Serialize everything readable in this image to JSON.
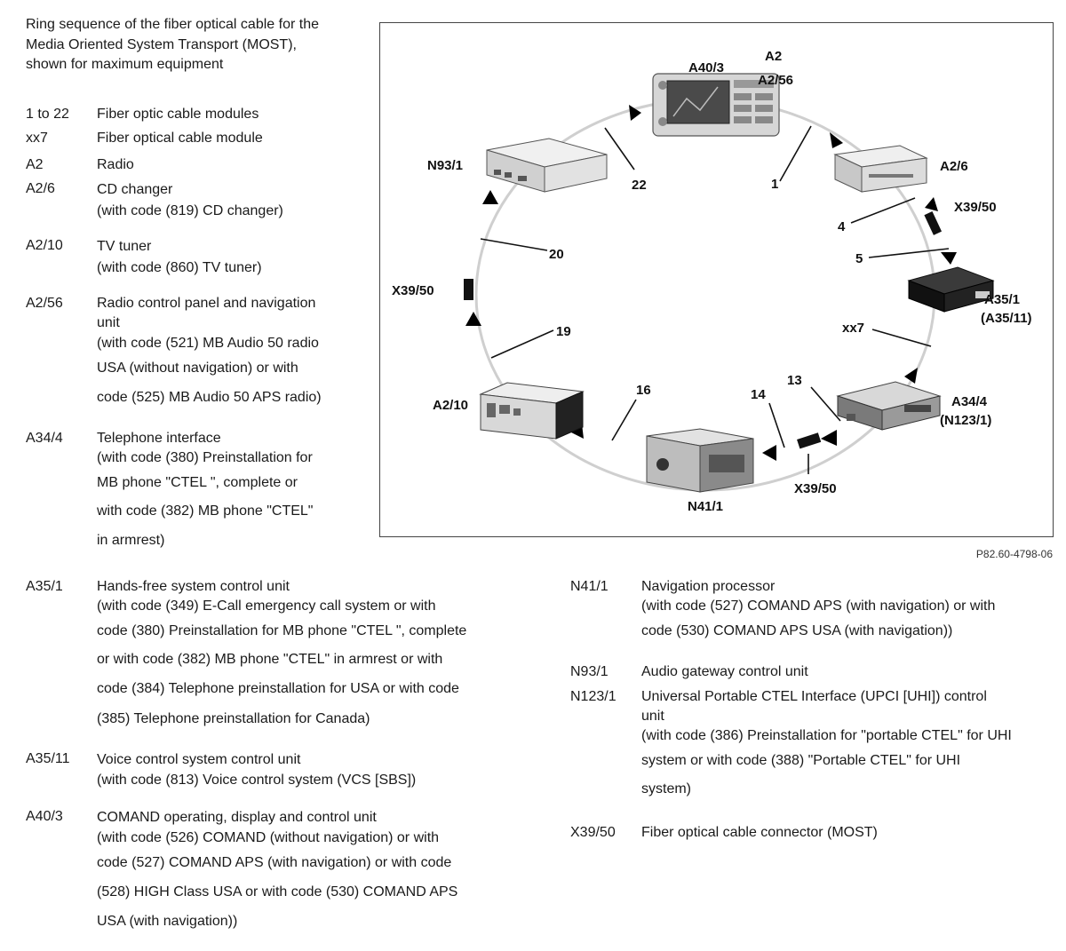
{
  "intro": "Ring sequence of the fiber optical cable for the Media Oriented System Transport (MOST), shown for maximum equipment",
  "legend_top": [
    {
      "term": "1 to 22",
      "lines": [
        "Fiber optic cable modules"
      ]
    },
    {
      "term": "xx7",
      "lines": [
        "Fiber optical cable module"
      ]
    },
    {
      "term": "A2",
      "lines": [
        "Radio"
      ]
    },
    {
      "term": "A2/6",
      "lines": [
        "CD changer",
        "(with code (819) CD changer)"
      ]
    },
    {
      "term": "A2/10",
      "lines": [
        "TV tuner",
        "(with code (860) TV tuner)"
      ]
    },
    {
      "term": "A2/56",
      "lines": [
        "Radio control panel and navigation",
        "unit",
        "(with code (521) MB Audio 50 radio",
        "USA (without navigation) or with",
        "code (525) MB Audio 50 APS radio)"
      ]
    },
    {
      "term": "A34/4",
      "lines": [
        "Telephone interface",
        "(with code (380) Preinstallation for",
        "MB phone \"CTEL \", complete or",
        "with code (382) MB phone \"CTEL\"",
        "in armrest)"
      ]
    }
  ],
  "legend_left": [
    {
      "term": "A35/1",
      "lines": [
        "Hands-free system control unit",
        "(with code (349) E-Call emergency call system or with",
        "code (380) Preinstallation for MB phone \"CTEL \", complete",
        "or with code (382) MB phone \"CTEL\" in armrest or with",
        "code (384) Telephone preinstallation for USA or with code",
        "(385) Telephone preinstallation for Canada)"
      ]
    },
    {
      "term": "A35/11",
      "lines": [
        "Voice control system control unit",
        "(with code (813) Voice control system (VCS [SBS])"
      ]
    },
    {
      "term": "A40/3",
      "lines": [
        "COMAND operating, display and control unit",
        "(with code (526) COMAND (without navigation) or with",
        "code (527) COMAND APS (with navigation) or with code",
        "(528) HIGH Class USA or with code (530) COMAND APS",
        "USA (with navigation))"
      ]
    }
  ],
  "legend_right": [
    {
      "term": "N41/1",
      "lines": [
        "Navigation processor",
        "(with code (527) COMAND APS (with navigation) or with",
        "code (530) COMAND APS USA (with navigation))"
      ]
    },
    {
      "term": "N93/1",
      "lines": [
        "Audio gateway control unit"
      ]
    },
    {
      "term": "N123/1",
      "lines": [
        "Universal Portable CTEL Interface (UPCI [UHI]) control",
        "unit",
        "(with code (386) Preinstallation for \"portable CTEL\" for UHI",
        "system or with code (388) \"Portable CTEL\" for UHI",
        "system)"
      ]
    },
    {
      "term": "X39/50",
      "lines": [
        "Fiber optical cable connector (MOST)"
      ]
    }
  ],
  "figure": {
    "id": "P82.60-4798-06",
    "labels": {
      "a2": "A2",
      "a40_3": "A40/3",
      "a2_56": "A2/56",
      "a2_6": "A2/6",
      "x39_50_right": "X39/50",
      "a35_1": "A35/1",
      "a35_11": "(A35/11)",
      "xx7": "xx7",
      "a34_4": "A34/4",
      "n123_1": "(N123/1)",
      "x39_50_bottom": "X39/50",
      "n41_1": "N41/1",
      "a2_10": "A2/10",
      "x39_50_left": "X39/50",
      "n93_1": "N93/1",
      "n1": "1",
      "n4": "4",
      "n5": "5",
      "n13": "13",
      "n14": "14",
      "n16": "16",
      "n19": "19",
      "n20": "20",
      "n22": "22"
    }
  }
}
